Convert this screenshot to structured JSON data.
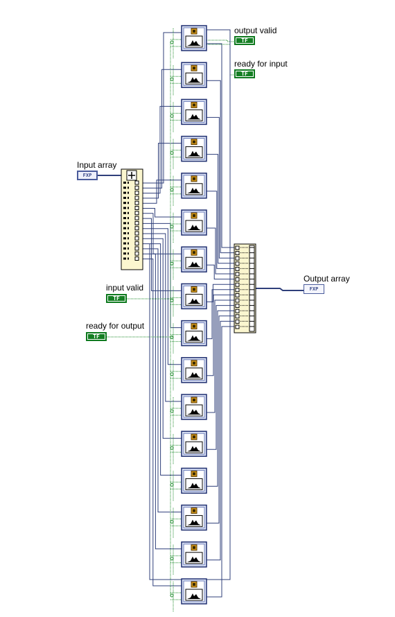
{
  "labels": {
    "input_array": "Input array",
    "input_valid": "input valid",
    "ready_for_output": "ready for output",
    "output_valid": "output valid",
    "ready_for_input": "ready for input",
    "output_array": "Output array"
  },
  "terminals": {
    "fxp_text": "FXP",
    "bool_text": "TF"
  },
  "colors": {
    "array_wire": "#2f3f7a",
    "bool_wire": "#1c8a2a",
    "bool_border": "#0f7a1f",
    "subvi_border": "#1f2f70",
    "index_fill": "#fbf6cf"
  },
  "diagram": {
    "subvi_count": 16,
    "index_array_outputs": 16,
    "build_array_inputs": 16
  }
}
